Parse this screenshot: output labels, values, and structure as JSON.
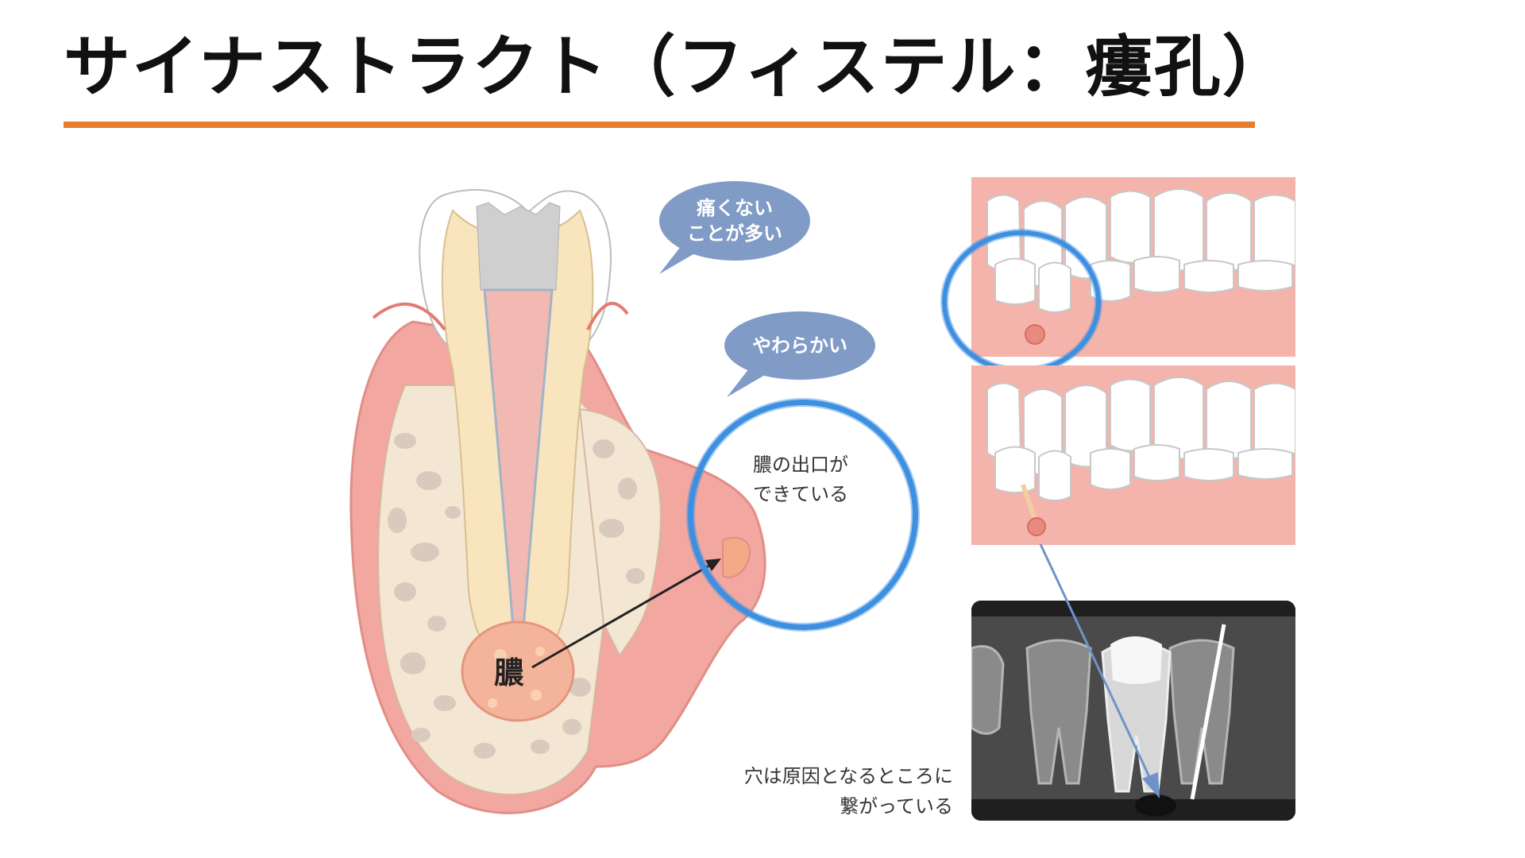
{
  "title": "サイナストラクト（フィステル：瘻孔）",
  "colors": {
    "title_rule": "#e67e2e",
    "bubble": "#7f9bc6",
    "circle": "#3d8fe0",
    "gum": "#f2a7a0",
    "bone": "#f3e6d3",
    "pus": "#f4b49b"
  },
  "bubbles": {
    "painless": "痛くない\nことが多い",
    "soft": "やわらかい"
  },
  "illustration": {
    "pus_label": "膿",
    "exit_label": "膿の出口が\nできている"
  },
  "xray": {
    "caption": "穴は原因となるところに\n繋がっている"
  }
}
